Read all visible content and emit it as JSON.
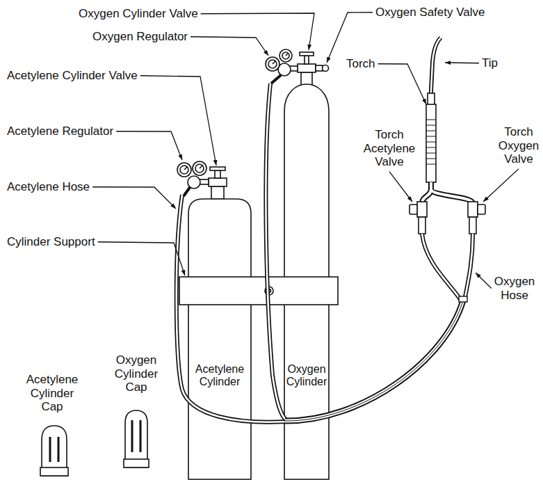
{
  "diagram": {
    "nodes": [
      {
        "text": [
          "Acetylene Cylinder"
        ]
      },
      {
        "text": [
          "Oxygen Cylinder"
        ]
      }
    ],
    "labels": [
      "Oxygen Cylinder Valve",
      "Oxygen Safety Valve",
      "Oxygen Regulator",
      "Torch",
      "Tip",
      "Acetylene Cylinder Valve",
      "Acetylene Regulator",
      "Torch Acetylene Valve",
      "Torch Oxygen Valve",
      "Acetylene Hose",
      "Cylinder Support",
      "Oxygen Hose",
      "Oxygen Cylinder Cap",
      "Acetylene Cylinder Cap"
    ]
  }
}
